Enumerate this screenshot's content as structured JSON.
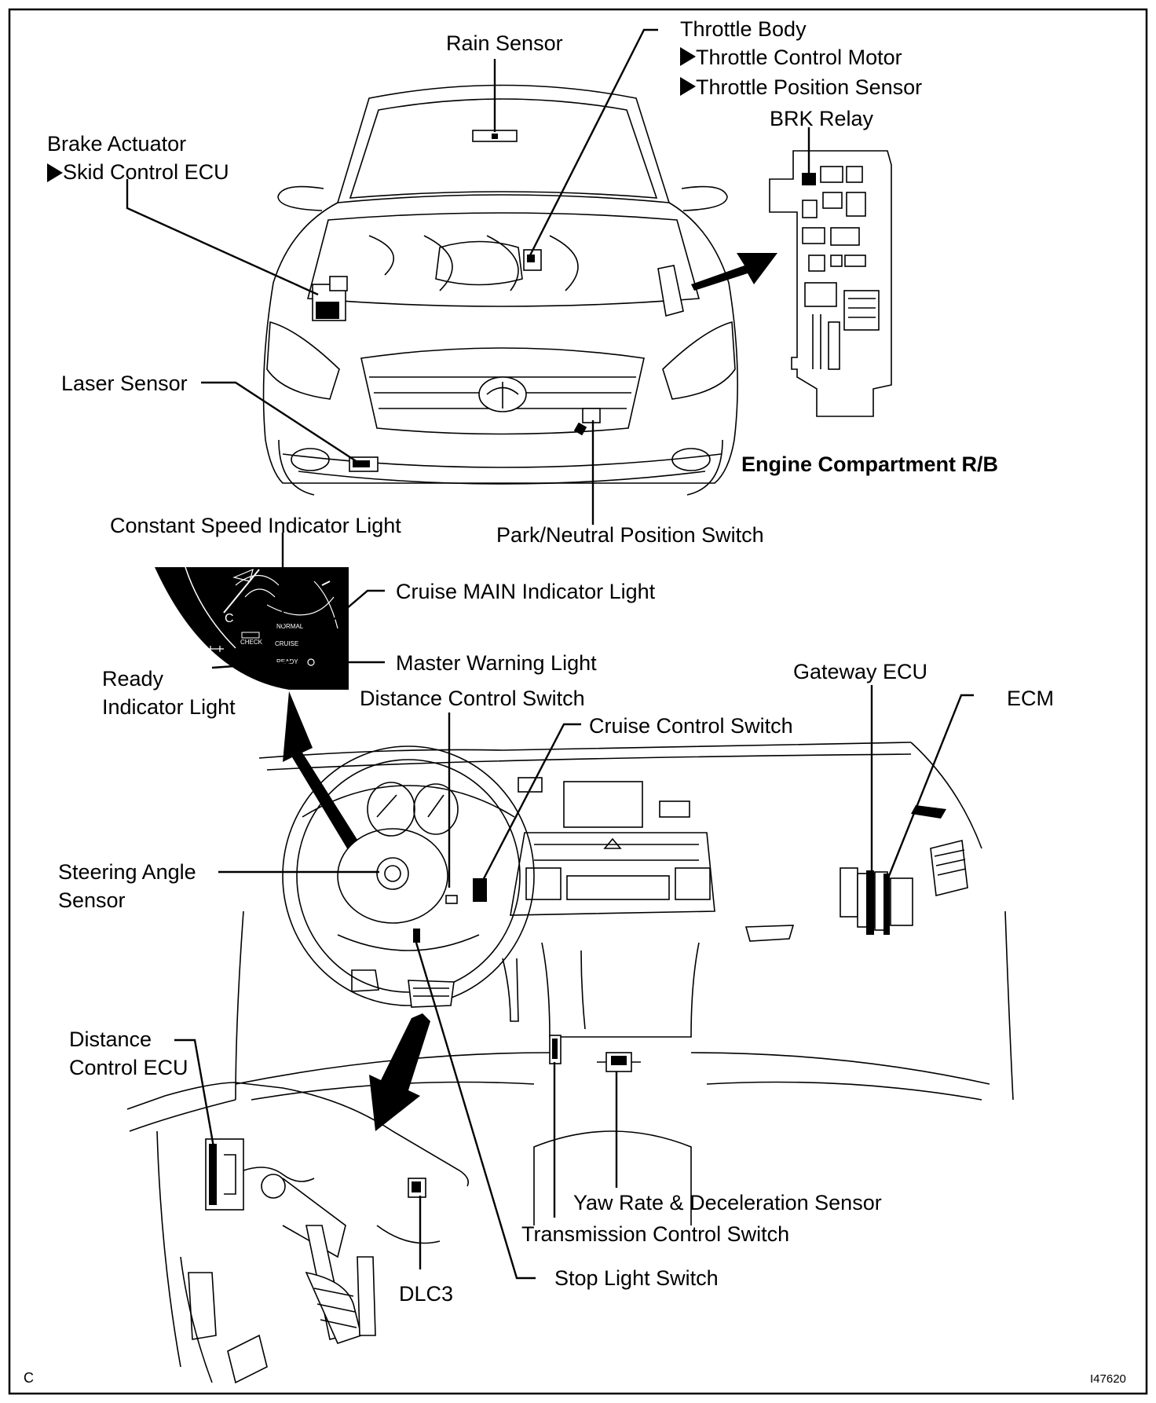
{
  "labels": {
    "rain_sensor": "Rain Sensor",
    "throttle_body": "Throttle Body",
    "throttle_control_motor": "Throttle Control Motor",
    "throttle_position_sensor": "Throttle Position Sensor",
    "brk_relay": "BRK Relay",
    "brake_actuator": "Brake Actuator",
    "skid_control_ecu": "Skid Control ECU",
    "laser_sensor": "Laser Sensor",
    "engine_compartment_rb": "Engine Compartment R/B",
    "constant_speed_indicator": "Constant Speed Indicator Light",
    "park_neutral_switch": "Park/Neutral Position Switch",
    "cruise_main_indicator": "Cruise MAIN Indicator Light",
    "master_warning_light": "Master Warning Light",
    "ready_line1": "Ready",
    "ready_line2": "Indicator Light",
    "distance_control_switch": "Distance Control Switch",
    "gateway_ecu": "Gateway ECU",
    "ecm": "ECM",
    "cruise_control_switch": "Cruise Control Switch",
    "steering_angle_line1": "Steering Angle",
    "steering_angle_line2": "Sensor",
    "distance_ecu_line1": "Distance",
    "distance_ecu_line2": "Control ECU",
    "yaw_rate_sensor": "Yaw Rate & Deceleration Sensor",
    "transmission_control_switch": "Transmission Control Switch",
    "stop_light_switch": "Stop Light Switch",
    "dlc3": "DLC3"
  },
  "gauge_text": {
    "normal": "NORMAL",
    "cruise": "CRUISE",
    "ready": "READY",
    "check": "CHECK",
    "c": "C"
  },
  "corner": {
    "left": "C",
    "right": "I47620"
  }
}
